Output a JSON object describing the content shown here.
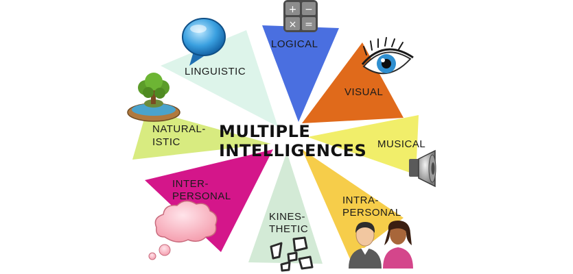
{
  "title": {
    "line1": "MULTIPLE",
    "line2": "INTELLIGENCES"
  },
  "segments": [
    {
      "key": "logical",
      "label": [
        "LOGICAL"
      ],
      "color": "#4a6fe0",
      "icon": "calculator-icon"
    },
    {
      "key": "visual",
      "label": [
        "VISUAL"
      ],
      "color": "#e06a1b",
      "icon": "eye-icon"
    },
    {
      "key": "musical",
      "label": [
        "MUSICAL"
      ],
      "color": "#f1ee6a",
      "icon": "speaker-icon"
    },
    {
      "key": "intrapersonal",
      "label": [
        "INTRA-",
        "PERSONAL"
      ],
      "color": "#f6cd4a",
      "icon": "people-icon"
    },
    {
      "key": "kinesthetic",
      "label": [
        "KINES-",
        "THETIC"
      ],
      "color": "#d3ead6",
      "icon": "puzzle-pieces-icon"
    },
    {
      "key": "interpersonal",
      "label": [
        "INTER-",
        "PERSONAL"
      ],
      "color": "#d4168a",
      "icon": "thought-cloud-icon"
    },
    {
      "key": "naturalistic",
      "label": [
        "NATURAL-",
        "ISTIC"
      ],
      "color": "#d8eb80",
      "icon": "tree-icon"
    },
    {
      "key": "linguistic",
      "label": [
        "LINGUISTIC"
      ],
      "color": "#ddf4ea",
      "icon": "speech-bubble-icon"
    }
  ]
}
